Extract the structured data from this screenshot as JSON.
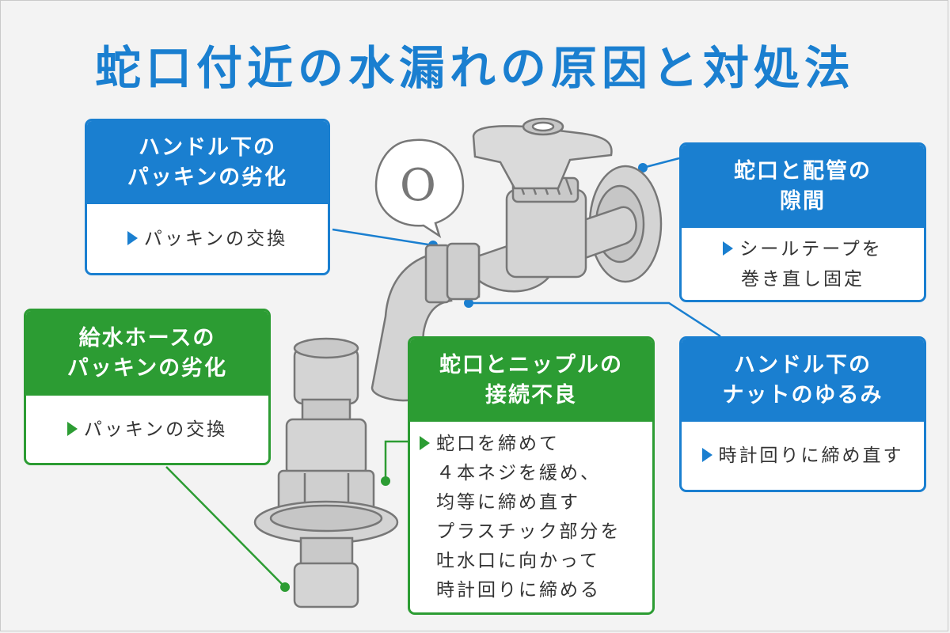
{
  "title": "蛇口付近の水漏れの原因と対処法",
  "badge_glyph": "O",
  "cards": {
    "handle_packing": {
      "head": [
        "ハンドル下の",
        "パッキンの劣化"
      ],
      "body": "パッキンの交換"
    },
    "pipe_gap": {
      "head": [
        "蛇口と配管の",
        "隙間"
      ],
      "body": [
        "シールテープを",
        "巻き直し固定"
      ]
    },
    "hose_packing": {
      "head": [
        "給水ホースの",
        "パッキンの劣化"
      ],
      "body": "パッキンの交換"
    },
    "nipple": {
      "head": [
        "蛇口とニップルの",
        "接続不良"
      ],
      "body": [
        "蛇口を締めて",
        "４本ネジを緩め、",
        "均等に締め直す",
        "プラスチック部分を",
        "吐水口に向かって",
        "時計回りに締める"
      ]
    },
    "handle_nut": {
      "head": [
        "ハンドル下の",
        "ナットのゆるみ"
      ],
      "body": "時計回りに締め直す"
    }
  },
  "colors": {
    "blue": "#1a7fd0",
    "green": "#2c9c33",
    "metal": "#d4d4d4",
    "outline": "#777777"
  }
}
